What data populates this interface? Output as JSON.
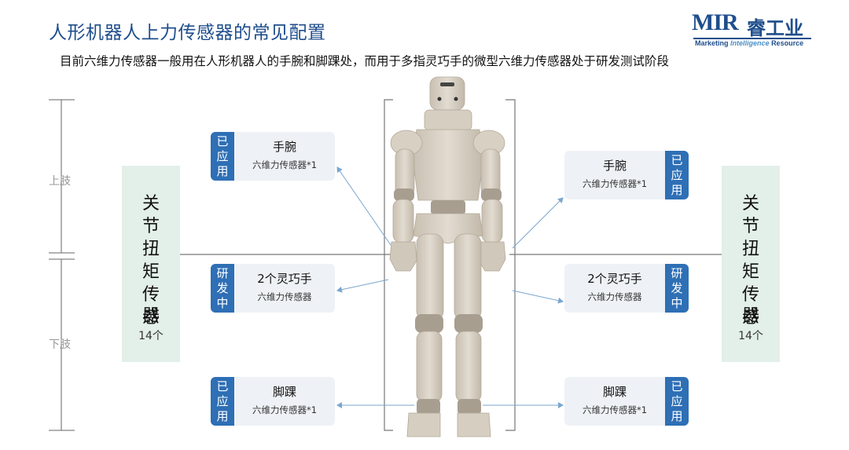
{
  "header": {
    "title": "人形机器人上力传感器的常见配置",
    "subtitle": "目前六维力传感器一般用在人形机器人的手腕和脚踝处，而用于多指灵巧手的微型六维力传感器处于研发测试阶段"
  },
  "logo": {
    "main_m": "M",
    "main_i": "I",
    "main_r": "R",
    "cn": "睿工业",
    "sub_marketing": "Marketing",
    "sub_intelligence": "Intelligence",
    "sub_resource": "Resource"
  },
  "axis": {
    "upper_limb": "上肢",
    "lower_limb": "下肢"
  },
  "joint": {
    "left_chars": [
      "关",
      "节",
      "扭",
      "矩",
      "传",
      "感",
      "器"
    ],
    "left_count": "14个",
    "right_chars": [
      "关",
      "节",
      "扭",
      "矩",
      "传",
      "感",
      "器"
    ],
    "right_count": "14个"
  },
  "cards": {
    "left_wrist": {
      "tag": [
        "已",
        "应",
        "用"
      ],
      "title": "手腕",
      "desc": "六维力传感器*1"
    },
    "left_hand": {
      "tag": [
        "研",
        "发",
        "中"
      ],
      "title": "2个灵巧手",
      "desc": "六维力传感器"
    },
    "left_ankle": {
      "tag": [
        "已",
        "应",
        "用"
      ],
      "title": "脚踝",
      "desc": "六维力传感器*1"
    },
    "right_wrist": {
      "tag": [
        "已",
        "应",
        "用"
      ],
      "title": "手腕",
      "desc": "六维力传感器*1"
    },
    "right_hand": {
      "tag": [
        "研",
        "发",
        "中"
      ],
      "title": "2个灵巧手",
      "desc": "六维力传感器"
    },
    "right_ankle": {
      "tag": [
        "已",
        "应",
        "用"
      ],
      "title": "脚踝",
      "desc": "六维力传感器*1"
    }
  },
  "colors": {
    "title": "#1f4e8c",
    "tag_bg": "#2e6fb5",
    "card_bg": "#eef2f6",
    "joint_bg": "#e3efe9",
    "robot_body": "#d8d0c3",
    "robot_joint": "#a89e90",
    "arrow": "#7aa6cf"
  }
}
